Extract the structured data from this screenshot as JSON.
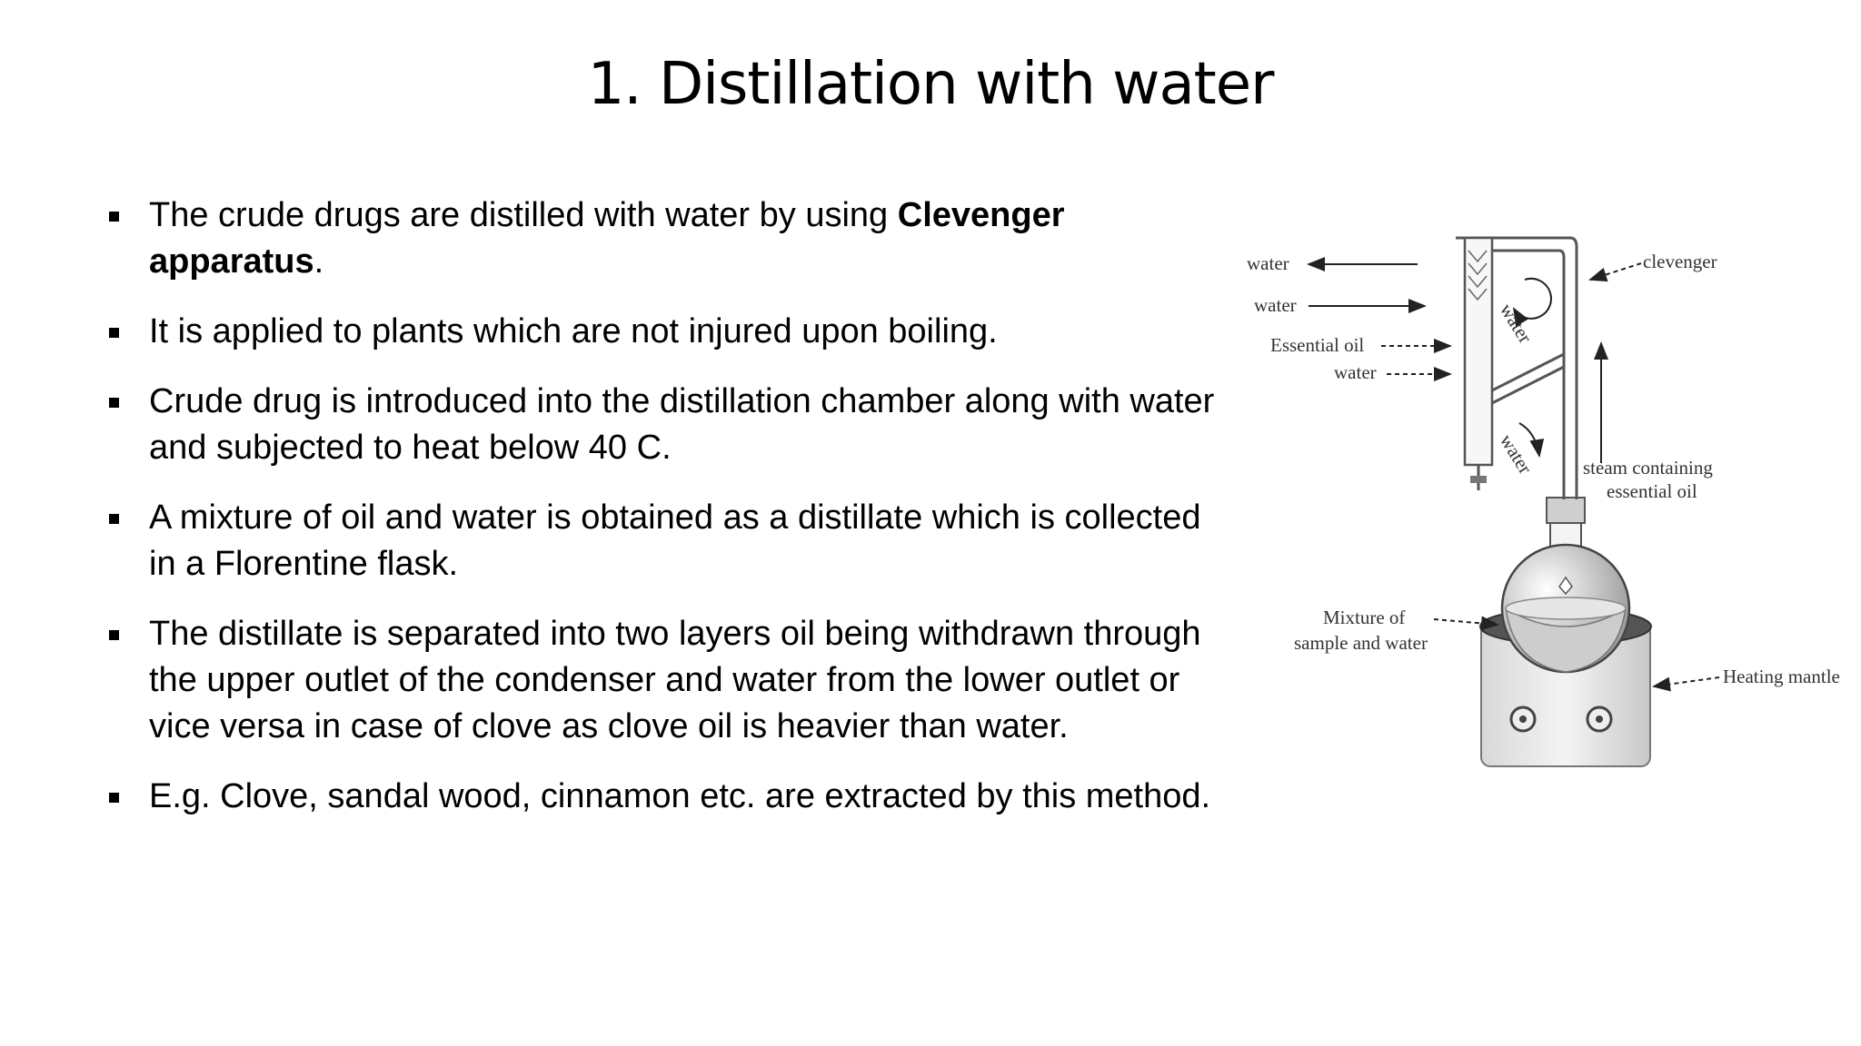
{
  "title": "1. Distillation with water",
  "bullets": [
    {
      "pre": "The crude drugs are distilled with water by using ",
      "bold": "Clevenger apparatus",
      "post": "."
    },
    {
      "pre": "It is applied to plants which are not injured upon boiling.",
      "bold": "",
      "post": ""
    },
    {
      "pre": "Crude drug is introduced into the distillation chamber along with water and subjected to heat below 40 C.",
      "bold": "",
      "post": ""
    },
    {
      "pre": "A mixture of oil and water is obtained as a distillate which is collected in a Florentine flask.",
      "bold": "",
      "post": ""
    },
    {
      "pre": "The distillate is separated into two layers oil being withdrawn through the upper outlet of the condenser and water from the lower outlet or vice versa in case of clove as clove oil is heavier than water.",
      "bold": "",
      "post": ""
    },
    {
      "pre": "E.g. Clove, sandal wood, cinnamon etc. are extracted by this method.",
      "bold": "",
      "post": ""
    }
  ],
  "diagram": {
    "water_out": "water",
    "water_in": "water",
    "essential_oil": "Essential oil",
    "water_layer": "water",
    "clevenger": "clevenger",
    "water_tube_1": "water",
    "water_tube_2": "water",
    "steam_line1": "steam containing",
    "steam_line2": "essential oil",
    "mixture_line1": "Mixture of",
    "mixture_line2": "sample and water",
    "heating_mantle": "Heating mantle"
  }
}
